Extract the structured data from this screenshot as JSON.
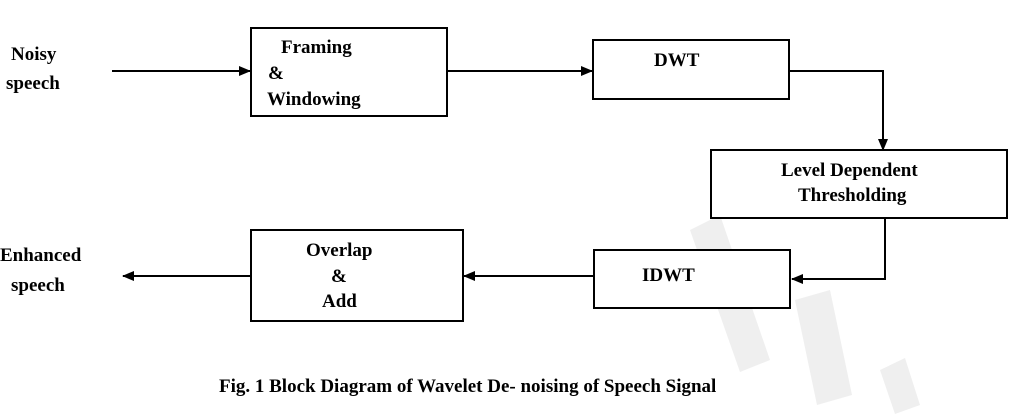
{
  "diagram": {
    "input_label": [
      "Noisy",
      "speech"
    ],
    "output_label": [
      "Enhanced",
      "speech"
    ],
    "blocks": {
      "framing": [
        "Framing",
        "&",
        "Windowing"
      ],
      "dwt": [
        "DWT"
      ],
      "threshold": [
        "Level Dependent",
        "Thresholding"
      ],
      "idwt": [
        "IDWT"
      ],
      "overlap": [
        "Overlap",
        "&",
        "Add"
      ]
    },
    "caption": "Fig. 1 Block Diagram of Wavelet De- noising of Speech Signal"
  }
}
